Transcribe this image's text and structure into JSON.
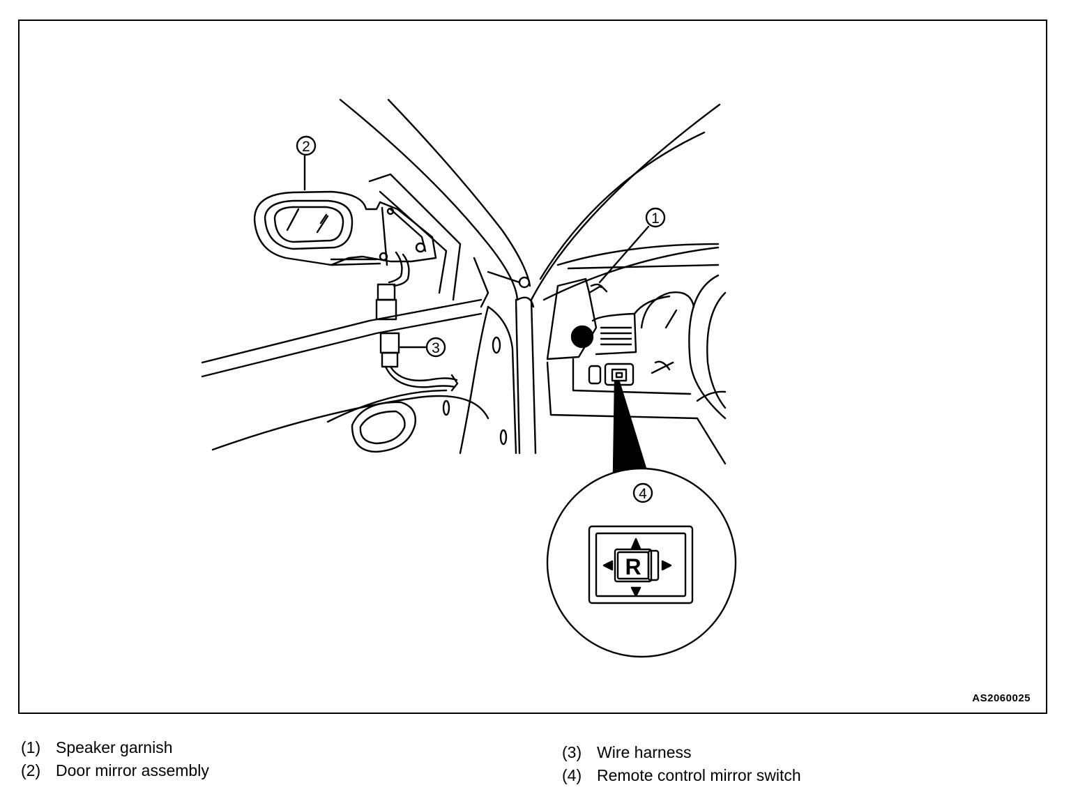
{
  "figure": {
    "code": "AS2060025",
    "callouts": [
      {
        "id": "1",
        "label": "1"
      },
      {
        "id": "2",
        "label": "2"
      },
      {
        "id": "3",
        "label": "3"
      },
      {
        "id": "4",
        "label": "4"
      }
    ],
    "switch_letter": "R"
  },
  "legend": {
    "items": [
      {
        "num": "(1)",
        "text": "Speaker garnish"
      },
      {
        "num": "(2)",
        "text": "Door mirror assembly"
      },
      {
        "num": "(3)",
        "text": "Wire harness"
      },
      {
        "num": "(4)",
        "text": "Remote control mirror switch"
      }
    ]
  }
}
